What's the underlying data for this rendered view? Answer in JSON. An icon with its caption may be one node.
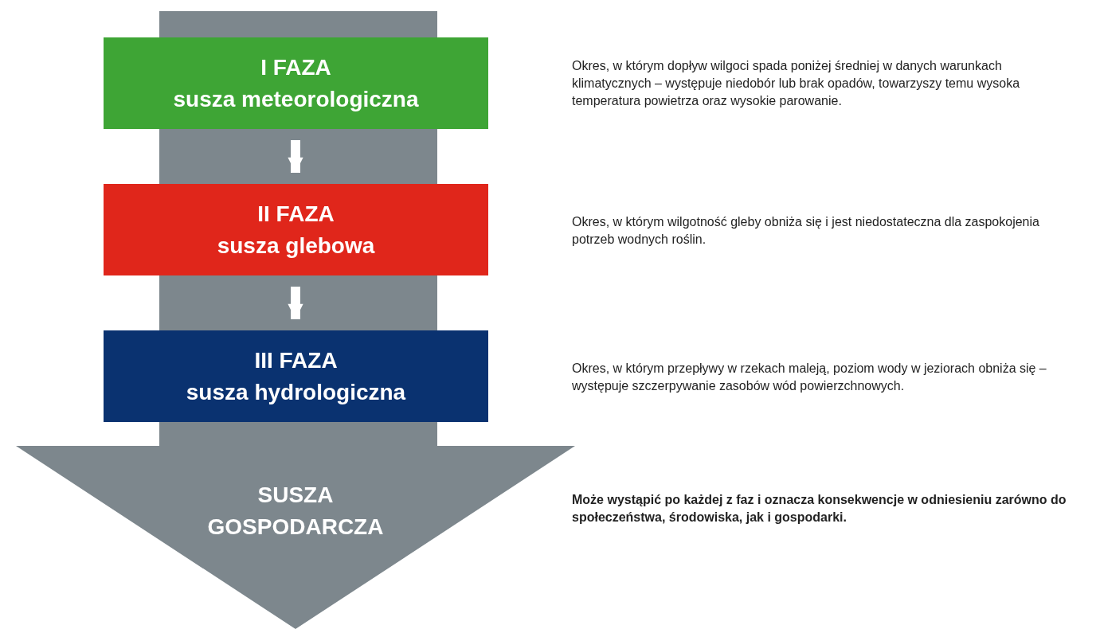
{
  "diagram": {
    "nodes": [
      {
        "text": [
          "SUSZA GOSPODARCZA"
        ]
      },
      {
        "text": [
          "I FAZA",
          "susza meteorologiczna"
        ],
        "in": 0
      },
      {
        "text": [
          "II FAZA",
          "susza glebowa"
        ],
        "in": 0
      },
      {
        "text": [
          "III FAZA",
          "susza hydrologiczna"
        ],
        "in": 0
      }
    ],
    "edges": [
      {
        "from": 1,
        "to": 2,
        "arrow": "to"
      },
      {
        "from": 2,
        "to": 3,
        "arrow": "to"
      }
    ],
    "labels": [
      "Okres, w którym dopływ wilgoci spada poniżej średniej w danych warunkach klimatycznych – występuje niedobór lub brak opadów, towarzyszy temu wysoka temperatura powietrza oraz wysokie parowanie.",
      "Okres, w którym wilgotność gleby obniża się i jest niedostateczna dla zaspokojenia potrzeb wodnych roślin.",
      "Okres, w którym przepływy w rzekach maleją, poziom wody w jeziorach obniża się – występuje szczerpywanie zasobów wód powierzchnowych.",
      "Może wystąpić po każdej z faz i oznacza konsekwencje w odniesieniu zarówno do społeczeństwa, środowiska, jak i gospodarki."
    ]
  }
}
